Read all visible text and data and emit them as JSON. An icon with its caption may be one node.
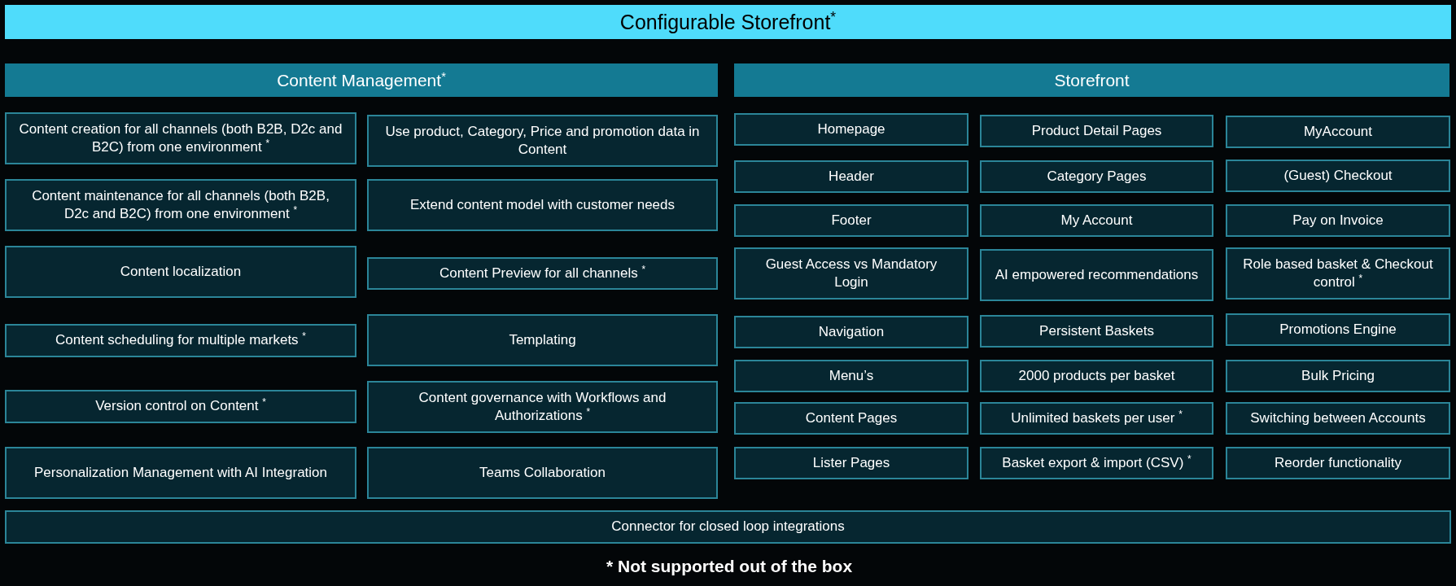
{
  "diagram": {
    "nodes": [
      {
        "text": [
          "Configurable Storefront$^{*}$"
        ]
      },
      {
        "text": [
          "Content Management$^{*}$"
        ]
      },
      {
        "text": [
          "Storefront"
        ]
      },
      {
        "text": [
          "Content creation for all channels (both B2B, D2c and B2C) from one environment $^{*}$"
        ]
      },
      {
        "text": [
          "Use product, Category, Price and promotion data in Content"
        ]
      },
      {
        "text": [
          "Content maintenance for all channels (both B2B, D2c and B2C) from one environment $^{*}$"
        ]
      },
      {
        "text": [
          "Extend content model with customer needs"
        ]
      },
      {
        "text": [
          "Content localization"
        ]
      },
      {
        "text": [
          "Content Preview for all channels $^{*}$"
        ]
      },
      {
        "text": [
          "Content scheduling for multiple markets $^{*}$"
        ]
      },
      {
        "text": [
          "Templating"
        ]
      },
      {
        "text": [
          "Version control on Content $^{*}$"
        ]
      },
      {
        "text": [
          "Content governance with Workflows and Authorizations $^{*}$"
        ]
      },
      {
        "text": [
          "Personalization Management with AI Integration"
        ]
      },
      {
        "text": [
          "Teams Collaboration"
        ]
      },
      {
        "text": [
          "Homepage"
        ]
      },
      {
        "text": [
          "Product Detail Pages"
        ]
      },
      {
        "text": [
          "MyAccount"
        ]
      },
      {
        "text": [
          "Header"
        ]
      },
      {
        "text": [
          "Category Pages"
        ]
      },
      {
        "text": [
          "(Guest) Checkout"
        ]
      },
      {
        "text": [
          "Footer"
        ]
      },
      {
        "text": [
          "My Account"
        ]
      },
      {
        "text": [
          "Pay on Invoice"
        ]
      },
      {
        "text": [
          "Guest Access vs Mandatory Login"
        ]
      },
      {
        "text": [
          "AI empowered recommendations"
        ]
      },
      {
        "text": [
          "Role based basket & Checkout control $^{*}$"
        ]
      },
      {
        "text": [
          "Navigation"
        ]
      },
      {
        "text": [
          "Persistent Baskets"
        ]
      },
      {
        "text": [
          "Promotions Engine"
        ]
      },
      {
        "text": [
          "Menu’s"
        ]
      },
      {
        "text": [
          "2000 products per basket"
        ]
      },
      {
        "text": [
          "Bulk Pricing"
        ]
      },
      {
        "text": [
          "Content Pages"
        ]
      },
      {
        "text": [
          "Unlimited baskets per user $^{*}$"
        ]
      },
      {
        "text": [
          "Switching between Accounts"
        ]
      },
      {
        "text": [
          "Lister Pages"
        ]
      },
      {
        "text": [
          "Basket export & import (CSV) $^{*}$"
        ]
      },
      {
        "text": [
          "Reorder functionality"
        ]
      },
      {
        "text": [
          "Connector for closed loop integrations"
        ]
      }
    ],
    "labels": [
      "* Not supported out of the box"
    ]
  }
}
